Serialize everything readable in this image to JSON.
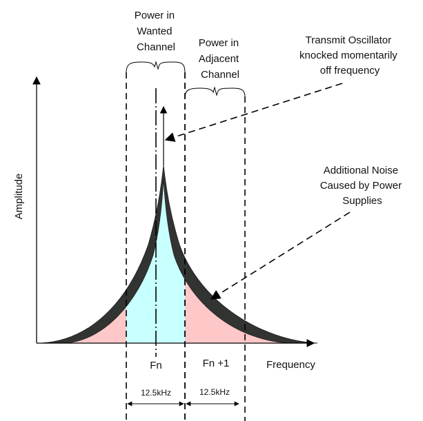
{
  "labels": {
    "wanted_channel": [
      "Power in",
      "Wanted",
      "Channel"
    ],
    "adjacent_channel": [
      "Power in",
      "Adjacent",
      "Channel"
    ],
    "oscillator_note": [
      "Transmit Oscillator",
      "knocked momentarily",
      "off frequency"
    ],
    "noise_note": [
      "Additional Noise",
      "Caused by Power",
      "Supplies"
    ],
    "y_axis": "Amplitude",
    "x_axis": "Frequency",
    "fn": "Fn",
    "fn_plus_1": "Fn +1",
    "bw_wanted": "12.5kHz",
    "bw_adjacent": "12.5kHz"
  },
  "colors": {
    "wanted_fill": "#c8ffff",
    "adjacent_fill": "#ffc8c8",
    "noise_band": "#323432",
    "line": "#000000",
    "background": "#ffffff"
  }
}
